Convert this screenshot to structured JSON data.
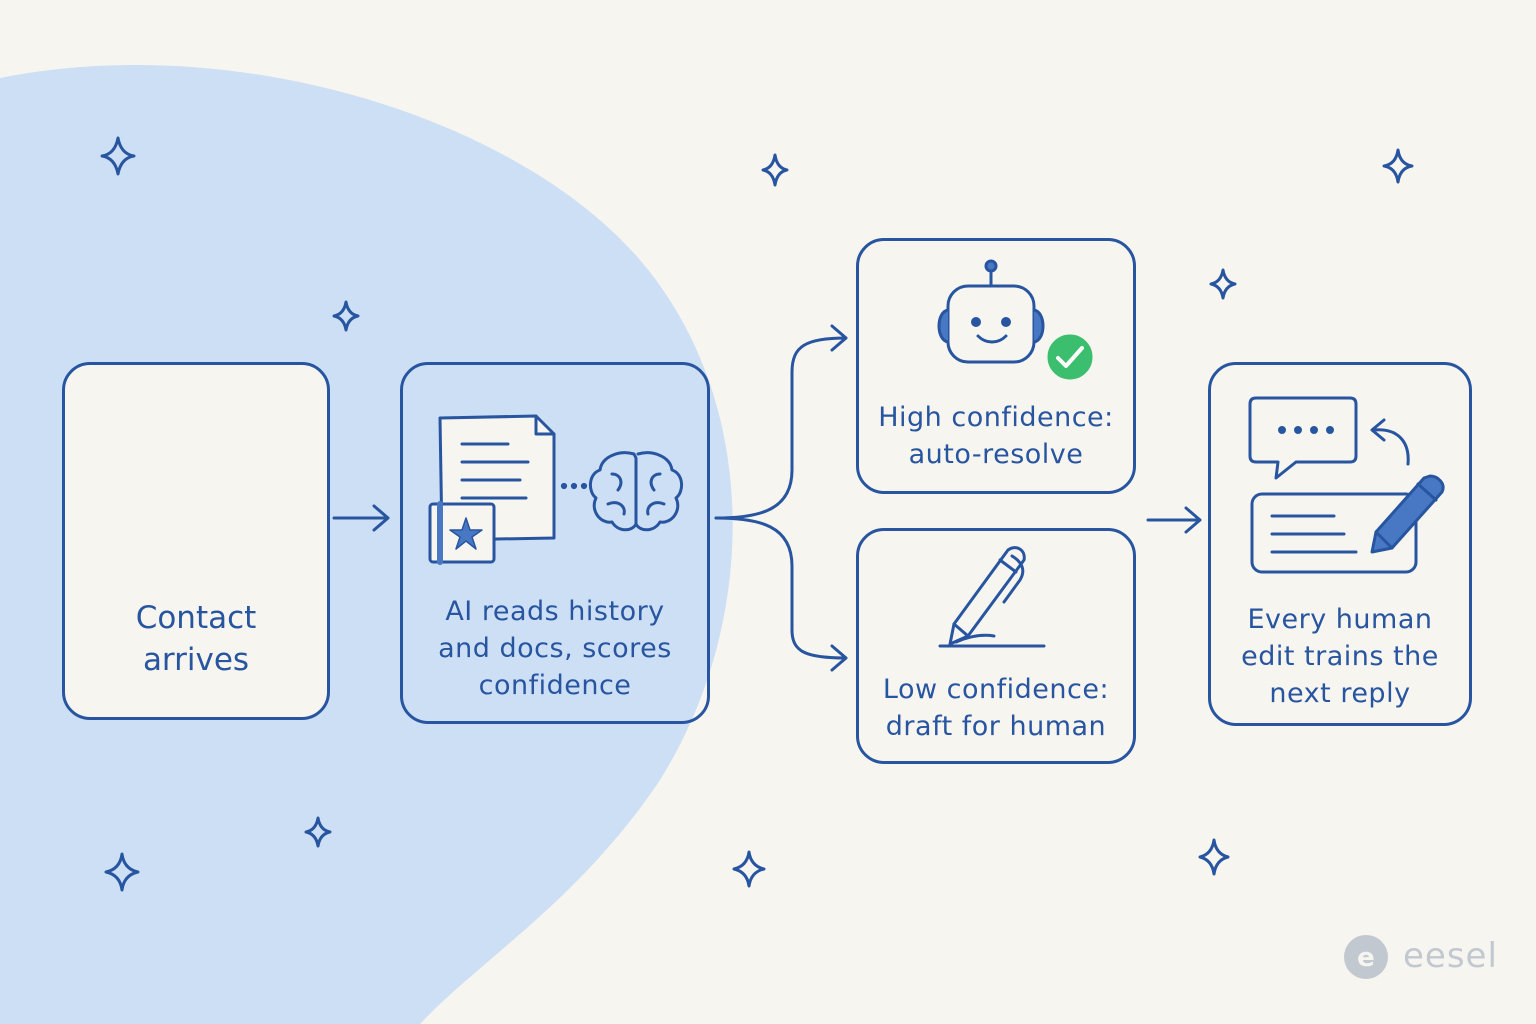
{
  "steps": {
    "contact": {
      "label_line1": "Contact",
      "label_line2": "arrives"
    },
    "ai": {
      "label_line1": "AI reads history",
      "label_line2": "and docs, scores",
      "label_line3": "confidence"
    },
    "high": {
      "label_line1": "High confidence:",
      "label_line2": "auto-resolve"
    },
    "low": {
      "label_line1": "Low confidence:",
      "label_line2": "draft for human"
    },
    "train": {
      "label_line1": "Every human",
      "label_line2": "edit trains the",
      "label_line3": "next reply"
    }
  },
  "brand": {
    "name": "eesel",
    "logo_letter": "e"
  },
  "colors": {
    "ink": "#2855a0",
    "background": "#f7f5f0",
    "blob": "#cddff5",
    "success": "#3bbf6e",
    "brand_grey": "#c2c8d0"
  },
  "icons": [
    "envelope-icon",
    "chat-bubble-icon",
    "document-icon",
    "book-icon",
    "brain-icon",
    "robot-icon",
    "check-badge-icon",
    "pen-icon",
    "pencil-icon",
    "sparkle-icon",
    "arrow-icon"
  ]
}
